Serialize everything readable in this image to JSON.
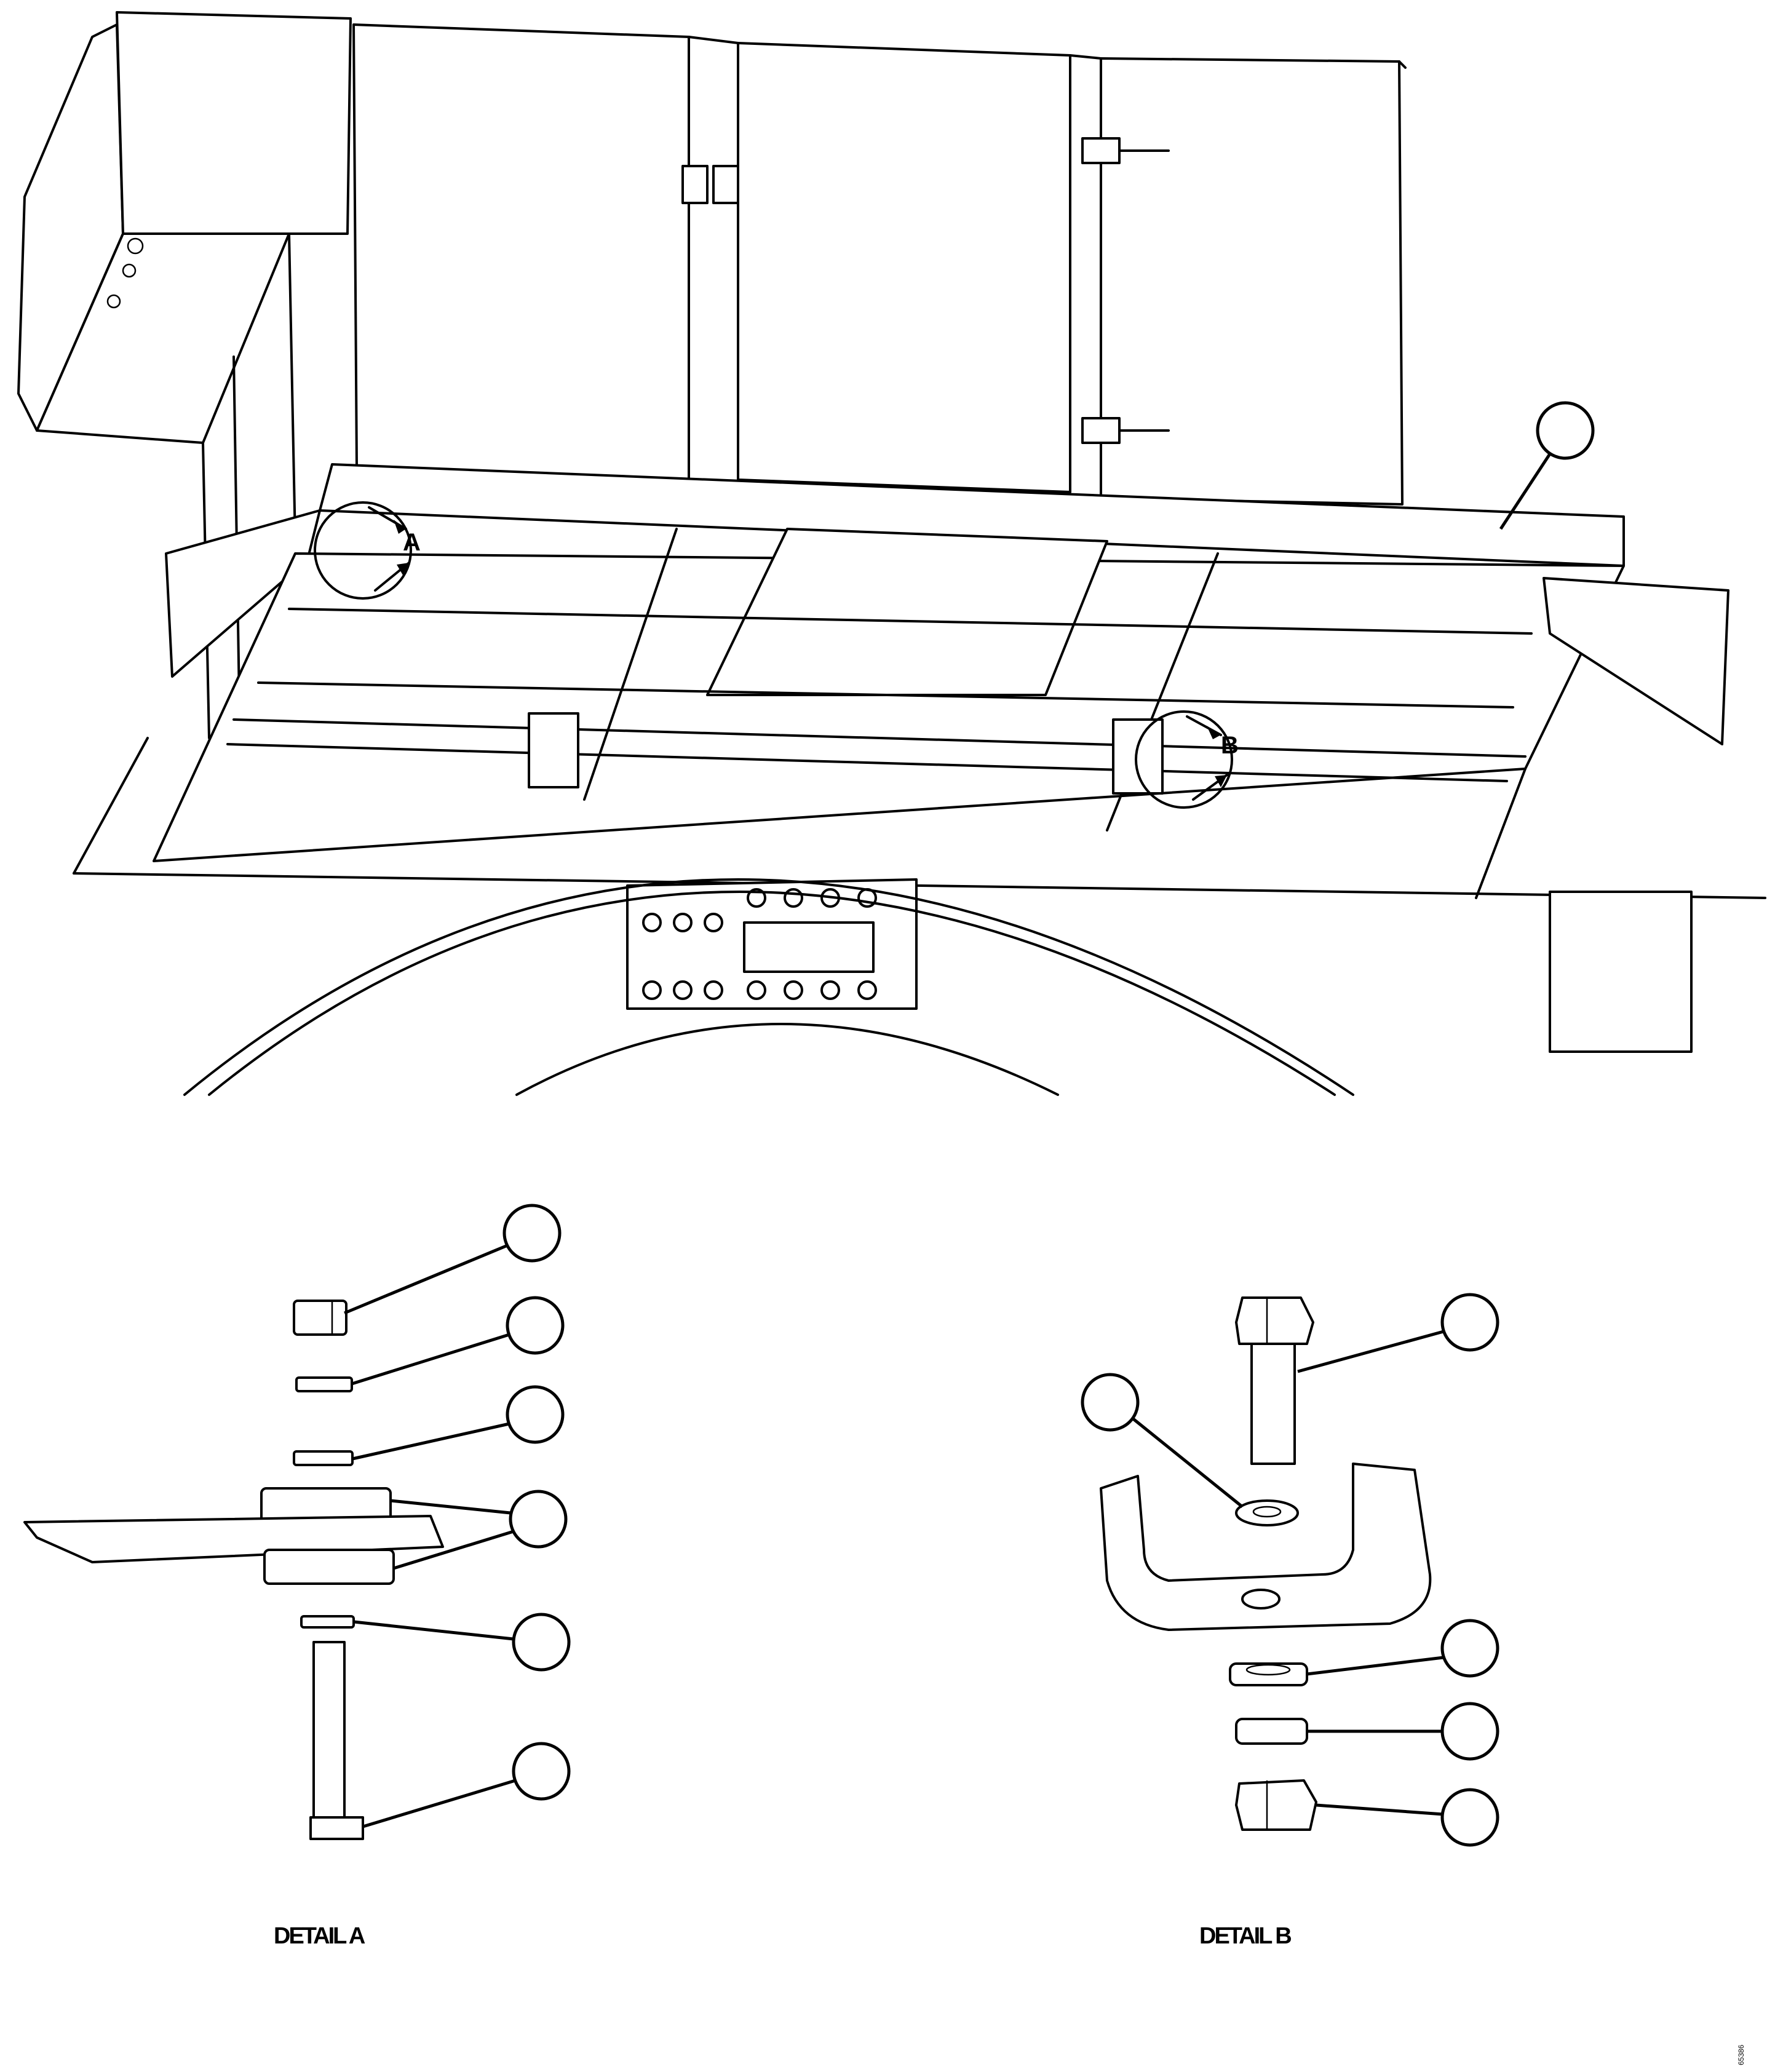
{
  "main_view": {
    "detail_callouts": [
      "A",
      "B"
    ]
  },
  "detail_a": {
    "title": "DETAIL A"
  },
  "detail_b": {
    "title": "DETAIL B"
  },
  "drawing_ref": "65386"
}
